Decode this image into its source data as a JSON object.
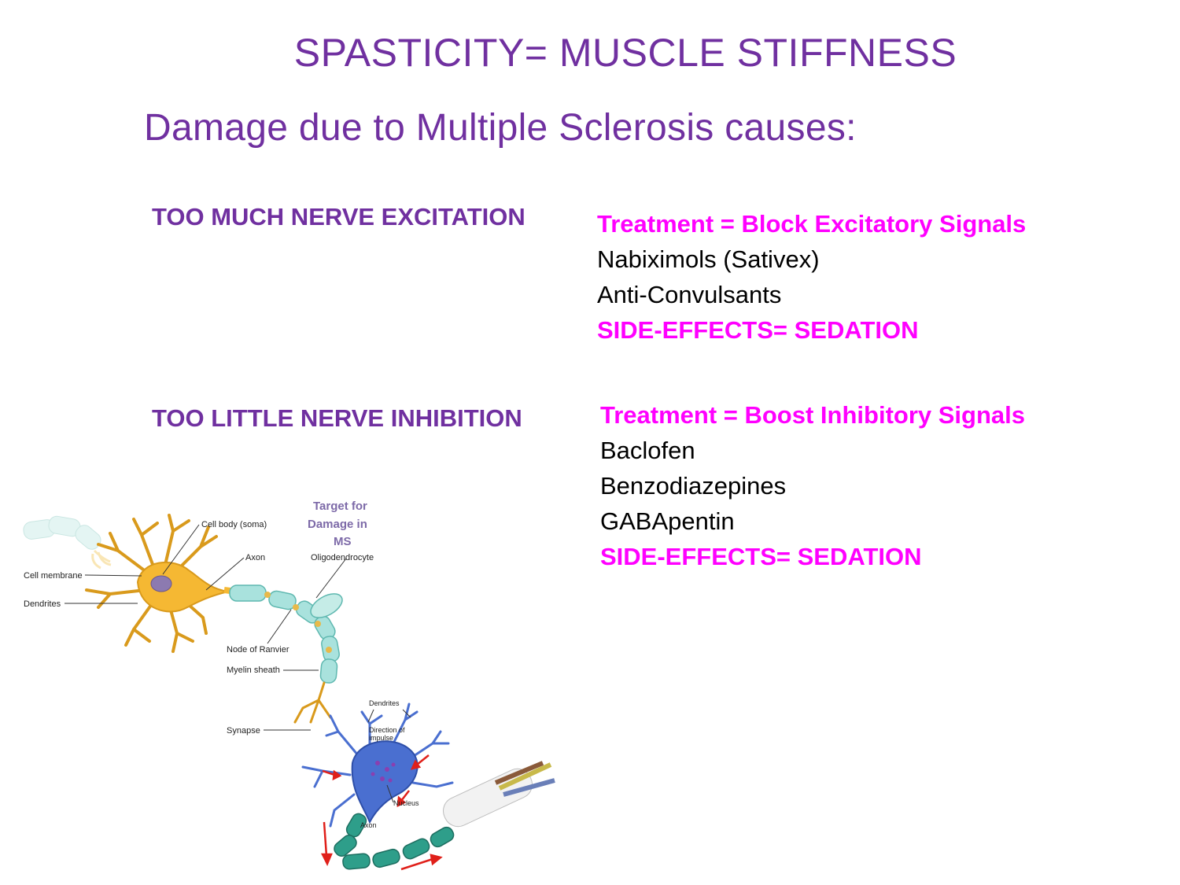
{
  "slide": {
    "title": "SPASTICITY= MUSCLE STIFFNESS",
    "subtitle": "Damage due to Multiple Sclerosis causes:"
  },
  "sections": [
    {
      "heading": "TOO MUCH NERVE EXCITATION",
      "treatment": "Treatment = Block Excitatory Signals",
      "drugs": [
        "Nabiximols (Sativex)",
        "Anti-Convulsants"
      ],
      "side_effects": "SIDE-EFFECTS= SEDATION"
    },
    {
      "heading": "TOO LITTLE NERVE INHIBITION",
      "treatment": "Treatment = Boost Inhibitory Signals",
      "drugs": [
        "Baclofen",
        "Benzodiazepines",
        "GABApentin"
      ],
      "side_effects": "SIDE-EFFECTS= SEDATION"
    }
  ],
  "diagram": {
    "labels": {
      "cell_body": "Cell body (soma)",
      "axon": "Axon",
      "cell_membrane": "Cell membrane",
      "dendrites": "Dendrites",
      "node_of_ranvier": "Node of Ranvier",
      "myelin_sheath": "Myelin sheath",
      "synapse": "Synapse",
      "oligodendrocyte": "Oligodendrocyte",
      "target_line1": "Target for",
      "target_line2": "Damage in",
      "target_line3": "MS",
      "dendrites2": "Dendrites",
      "direction_line1": "Direction of",
      "direction_line2": "impulse",
      "nucleus": "Nucleus",
      "axon2": "Axon"
    },
    "colors": {
      "title_purple": "#7030a0",
      "treatment_magenta": "#ff00ff",
      "neuron_yellow": "#f5b833",
      "myelin_cyan": "#a9e2dd",
      "neuron_blue": "#4a6fd0",
      "myelin_teal": "#2e9e8a",
      "arrow_red": "#e0201a"
    }
  }
}
